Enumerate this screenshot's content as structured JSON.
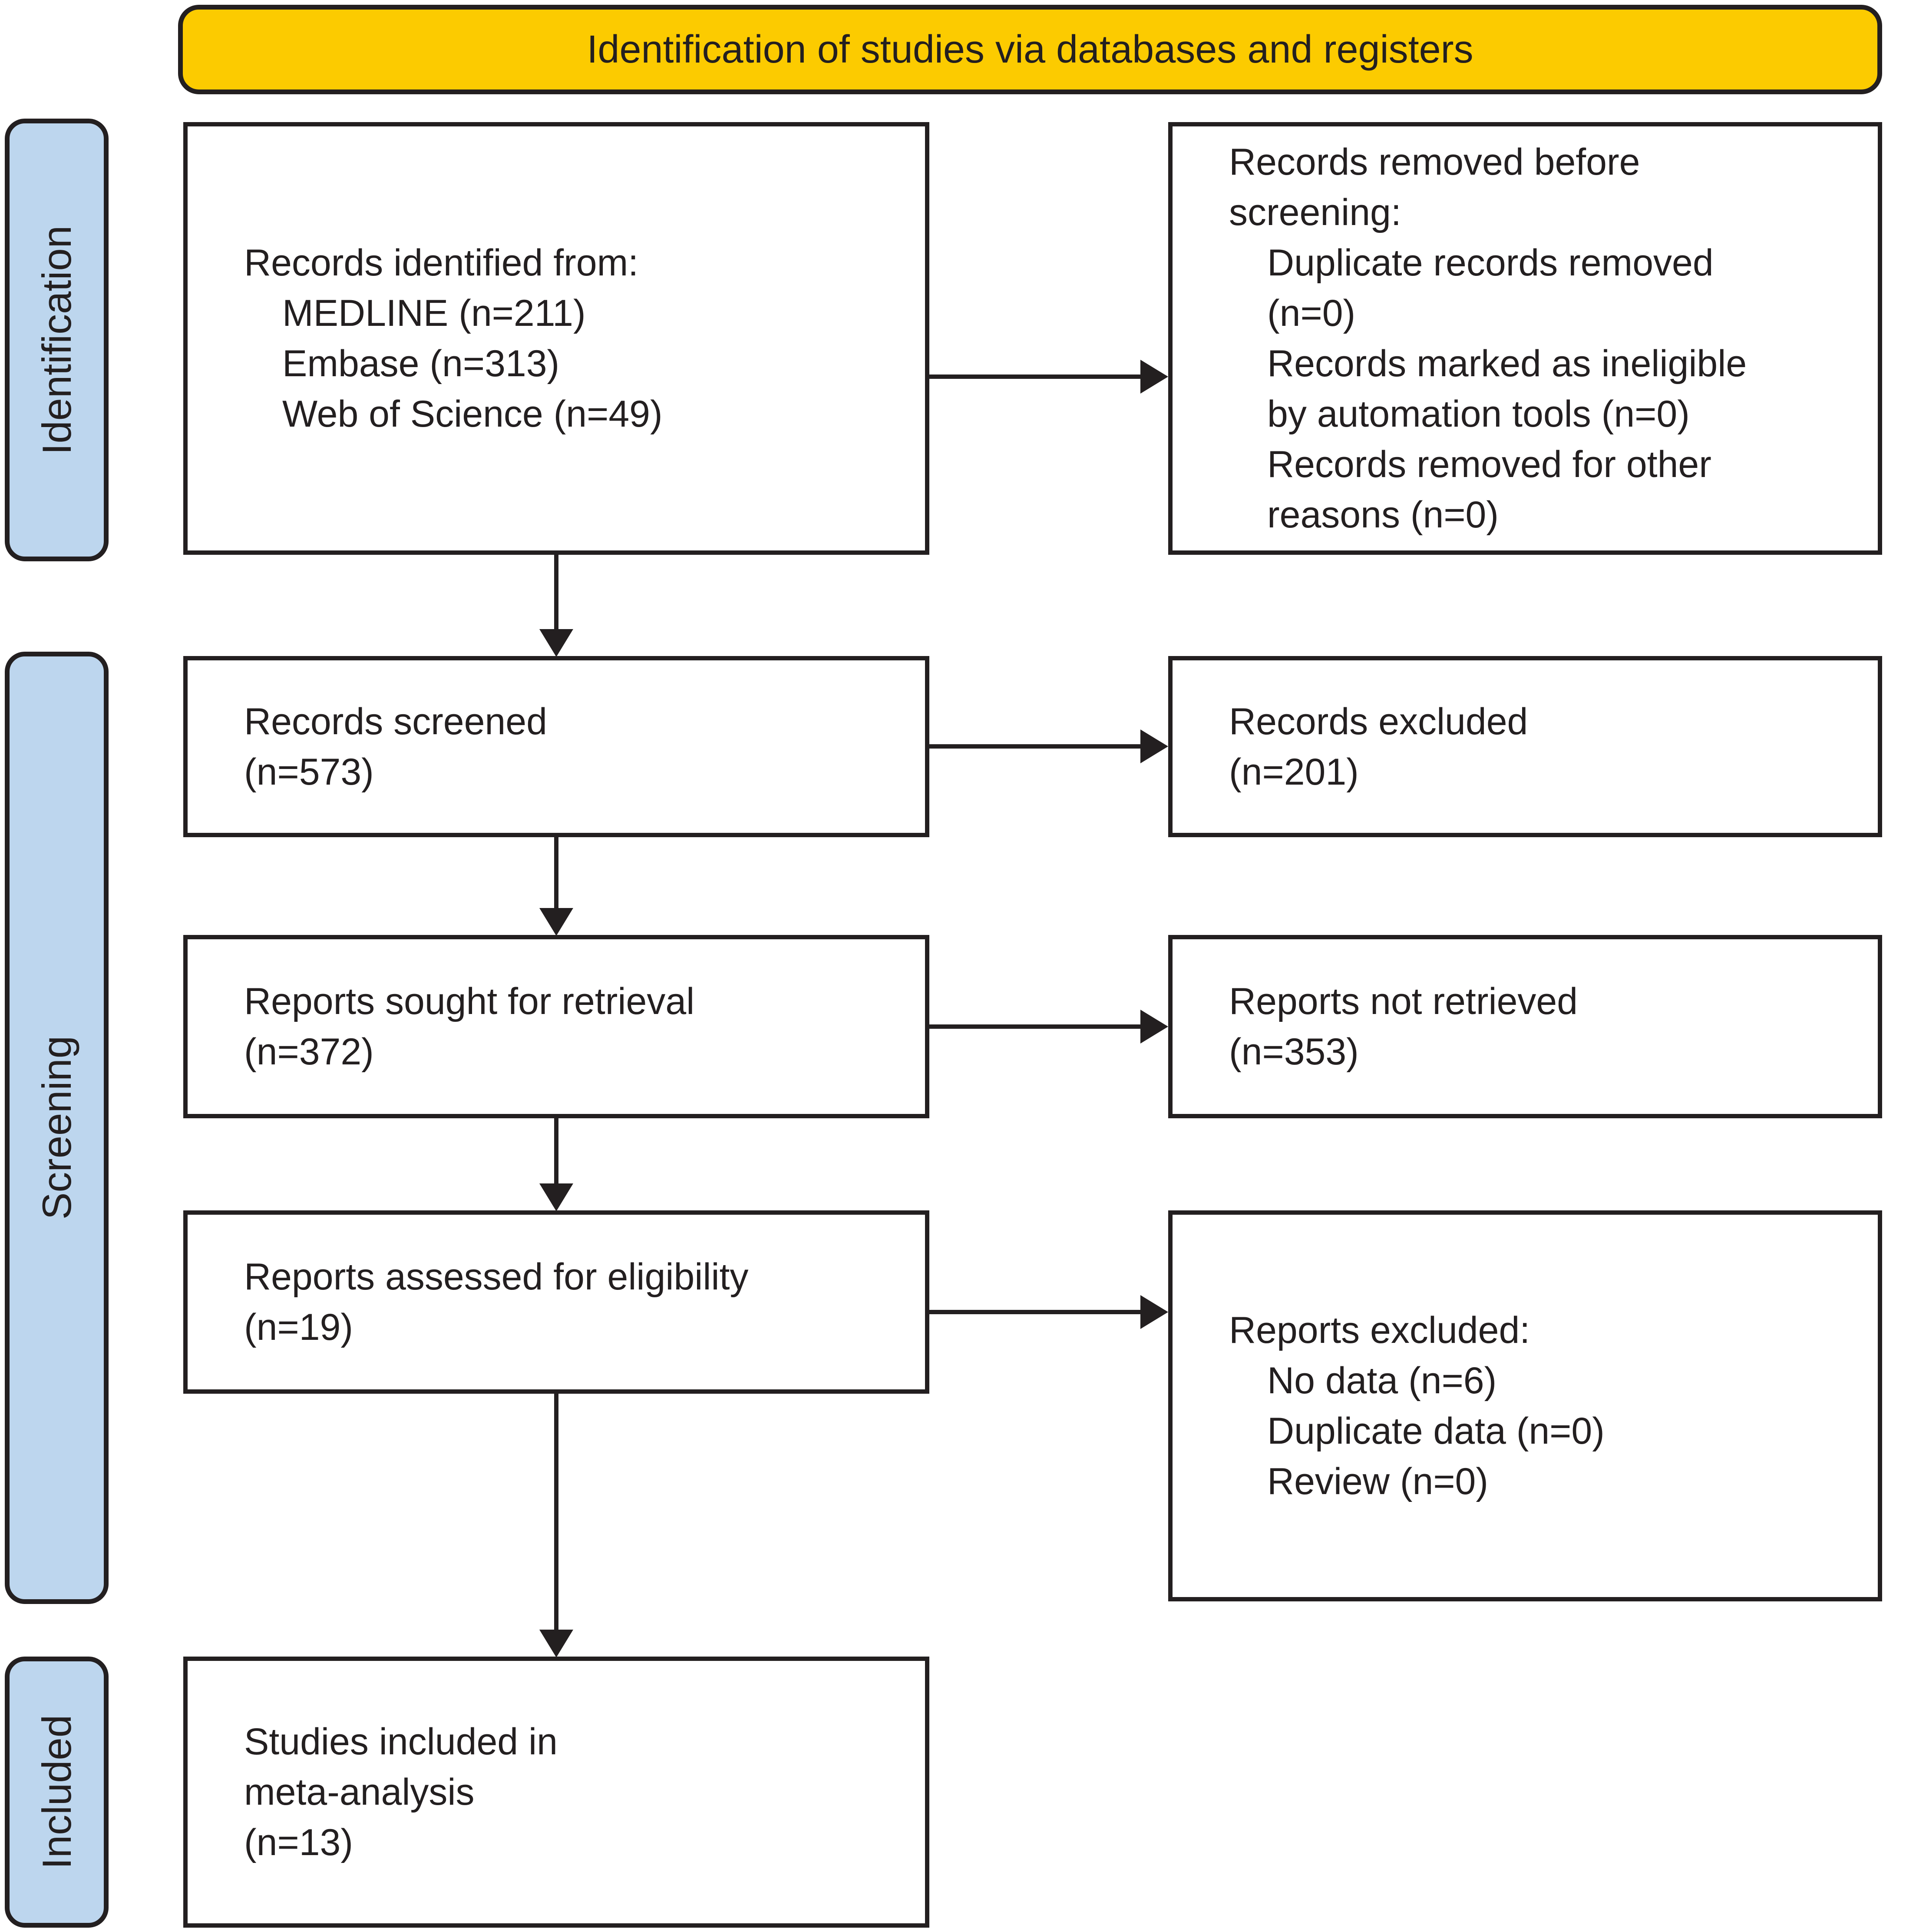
{
  "title": "Identification of studies via databases and registers",
  "sidebar": {
    "identification": "Identification",
    "screening": "Screening",
    "included": "Included"
  },
  "boxes": {
    "identified": {
      "lines": [
        "Records identified from:",
        "MEDLINE (n=211)",
        "Embase (n=313)",
        "Web of Science (n=49)"
      ]
    },
    "removed_before_screening": {
      "lines": [
        "Records removed before",
        "screening:",
        "Duplicate records removed",
        "(n=0)",
        "Records marked as ineligible",
        "by automation tools (n=0)",
        "Records removed for other",
        "reasons (n=0)"
      ]
    },
    "records_screened": {
      "lines": [
        "Records screened",
        "(n=573)"
      ]
    },
    "records_excluded": {
      "lines": [
        "Records excluded",
        "(n=201)"
      ]
    },
    "reports_sought": {
      "lines": [
        "Reports sought for retrieval",
        "(n=372)"
      ]
    },
    "reports_not_retrieved": {
      "lines": [
        "Reports not retrieved",
        "(n=353)"
      ]
    },
    "reports_assessed": {
      "lines": [
        "Reports assessed for eligibility",
        "(n=19)"
      ]
    },
    "reports_excluded": {
      "lines": [
        "Reports excluded:",
        "No data (n=6)",
        "Duplicate data (n=0)",
        "Review (n=0)"
      ]
    },
    "studies_included": {
      "lines": [
        "Studies included in",
        "meta-analysis",
        "(n=13)"
      ]
    }
  },
  "connections": [
    {
      "from": "identified",
      "to": "removed_before_screening"
    },
    {
      "from": "identified",
      "to": "records_screened"
    },
    {
      "from": "records_screened",
      "to": "records_excluded"
    },
    {
      "from": "records_screened",
      "to": "reports_sought"
    },
    {
      "from": "reports_sought",
      "to": "reports_not_retrieved"
    },
    {
      "from": "reports_sought",
      "to": "reports_assessed"
    },
    {
      "from": "reports_assessed",
      "to": "reports_excluded"
    },
    {
      "from": "reports_assessed",
      "to": "studies_included"
    }
  ],
  "colors": {
    "banner_yellow": "#FCCB00",
    "sidebar_blue": "#BDD6EE",
    "ink": "#231F20",
    "box_fill": "#FFFFFF"
  }
}
